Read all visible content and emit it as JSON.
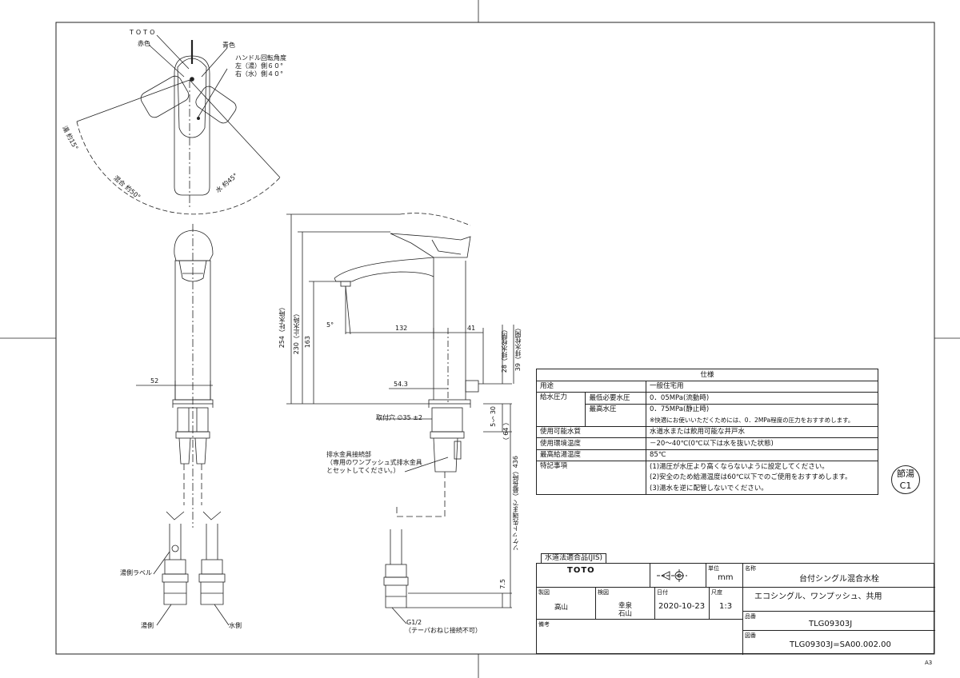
{
  "top_view": {
    "brand": "TOTO",
    "red_label": "赤色",
    "blue_label": "青色",
    "handle_angle": [
      "ハンドル回転角度",
      "左（湯）側６０°",
      "右（水）側４０°"
    ],
    "hot_arc": "湯 約15°",
    "mix_arc": "混合 約50°",
    "cold_arc": "水 約45°"
  },
  "front_view": {
    "width_52": "52",
    "hot_label": "湯側ラベル",
    "hot_side": "湯側",
    "cold_side": "水側"
  },
  "side_view": {
    "dim_254": "254（吐水時）",
    "dim_230": "230（止水時）",
    "dim_163": "163",
    "angle_5": "5°",
    "dim_132": "132",
    "dim_41": "41",
    "dim_54_3": "54.3",
    "dim_28": "28（排水栓閉）",
    "dim_39": "39（排水栓開）",
    "mount_hole": "取付穴 ∅35 ±2",
    "drain_conn": [
      "排水金具接続部",
      "（専用のワンプッシュ式排水金具",
      "とセットしてください。）"
    ],
    "dim_5_30": "5～ 30",
    "dim_64": "（ 64 ）",
    "dim_436": "ソケット先端まで（最長時）436",
    "dim_7_5": "7.5",
    "g12": "G1/2",
    "taper": "（テーパおねじ接続不可）"
  },
  "spec": {
    "title": "仕様",
    "rows": [
      {
        "k": "用途",
        "v": "一般住宅用"
      },
      {
        "k": "給水圧力",
        "sub": "最低必要水圧",
        "v": "0．05MPa(流動時)"
      },
      {
        "sub": "最高水圧",
        "v": "0．75MPa(静止時)"
      },
      {
        "v": "※快適にお使いいただくためには、0．2MPa程度の圧力をおすすめします。"
      },
      {
        "k": "使用可能水質",
        "v": "水道水または飲用可能な井戸水"
      },
      {
        "k": "使用環境温度",
        "v": "－20～40℃(0℃以下は水を抜いた状態)"
      },
      {
        "k": "最高給湯温度",
        "v": "85℃"
      },
      {
        "k": "特記事項",
        "v": "(1)湯圧が水圧より高くならないように設定してください。"
      },
      {
        "v": "(2)安全のため給湯温度は60℃以下でのご使用をおすすめします。"
      },
      {
        "v": "(3)湯水を逆に配管しないでください。"
      }
    ]
  },
  "stamp": [
    "節湯",
    "C1"
  ],
  "title_block": {
    "jis": "水道法適合品(JIS)",
    "logo": "TOTO",
    "unit_label": "単位",
    "unit": "mm",
    "name_label": "名称",
    "name1": "台付シングル混合水栓",
    "name2": "エコシングル、ワンプッシュ、共用",
    "drawn_label": "製図",
    "drawn": "高山",
    "checked_label": "検図",
    "checked1": "幸泉",
    "checked2": "石山",
    "date_label": "日付",
    "date": "2020-10-23",
    "scale_label": "尺度",
    "scale": "1:3",
    "part_label": "品番",
    "part": "TLG09303J",
    "note_label": "備考",
    "drawing_label": "図番",
    "drawing": "TLG09303J=SA00.002.00"
  },
  "sheet": "A3"
}
